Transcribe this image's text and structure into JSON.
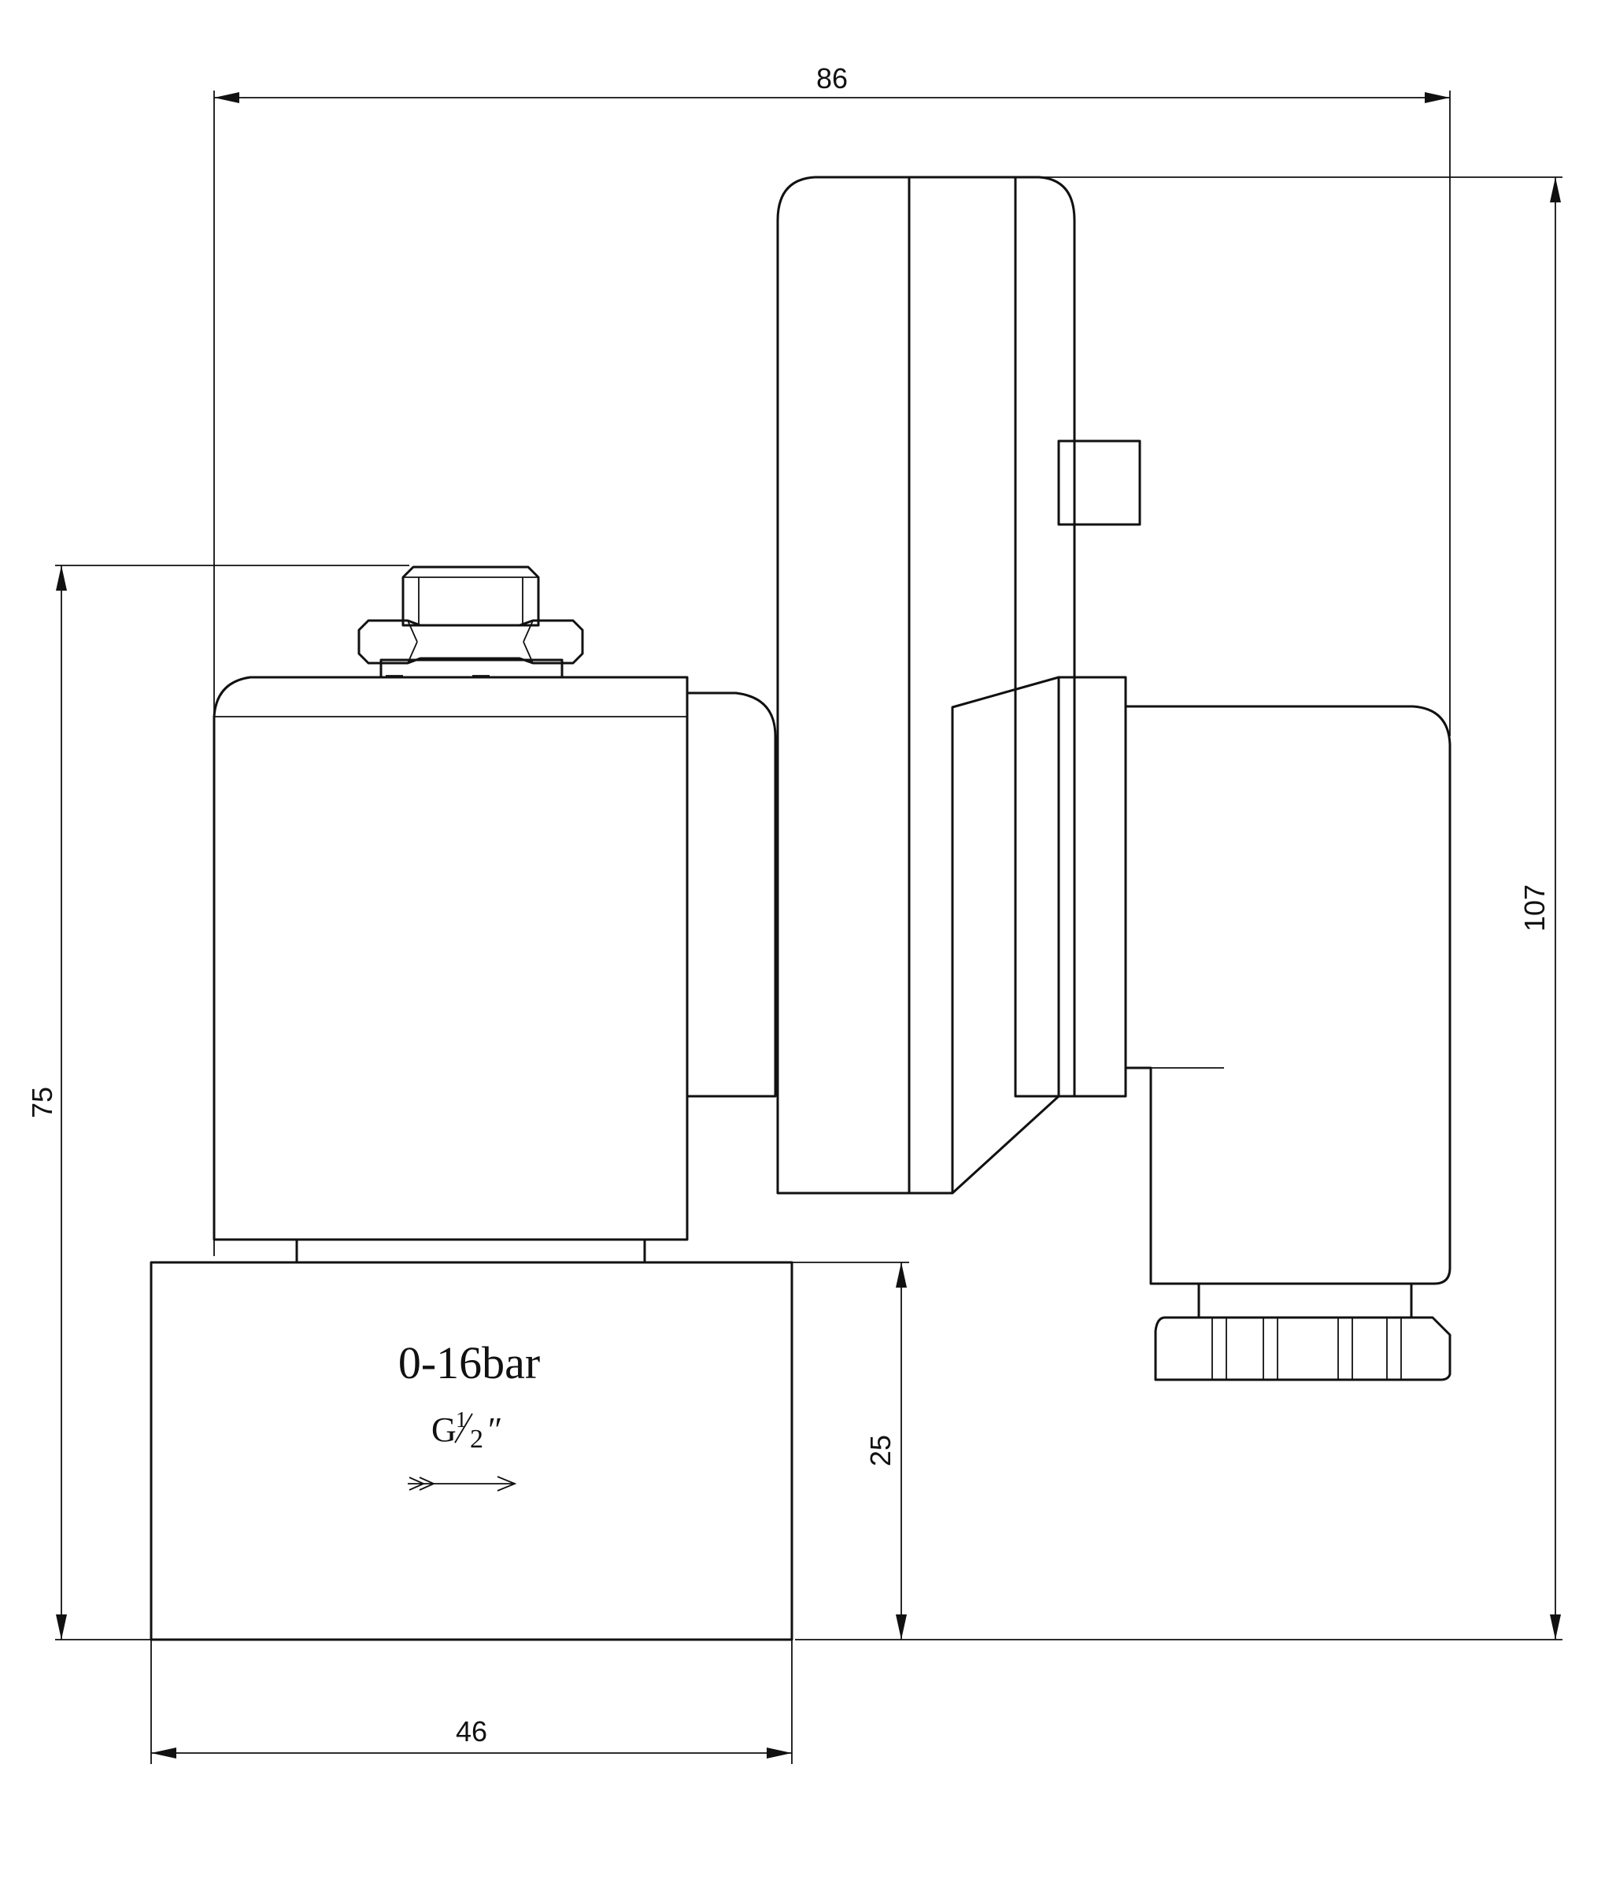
{
  "dimensions": {
    "overall_width": "86",
    "overall_height": "107",
    "valve_height": "75",
    "body_height": "25",
    "body_width": "46"
  },
  "body_markings": {
    "pressure": "0-16bar",
    "thread_prefix": "G",
    "thread_num": "1",
    "thread_den": "2",
    "thread_unit": "″"
  },
  "colors": {
    "line": "#111111",
    "background": "#ffffff"
  }
}
